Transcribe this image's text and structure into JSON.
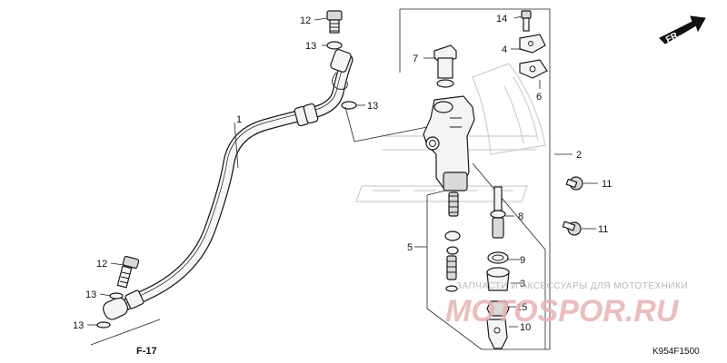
{
  "callouts": {
    "c1": "1",
    "c2": "2",
    "c3": "3",
    "c4": "4",
    "c5": "5",
    "c6": "6",
    "c7": "7",
    "c8": "8",
    "c9": "9",
    "c10": "10",
    "c11a": "11",
    "c11b": "11",
    "c12a": "12",
    "c12b": "12",
    "c13a": "13",
    "c13b": "13",
    "c13c": "13",
    "c13d": "13",
    "c14": "14",
    "c15": "15"
  },
  "reference": "F-17",
  "direction": "FR.",
  "diagram_code": "K954F1500",
  "watermark": {
    "text": "ЗАПЧАСТИ И АКСЕССУАРЫ ДЛЯ МОТОТЕХНИКИ",
    "logo": "МОТОSPOR.RU",
    "color": "#e7b3b3"
  }
}
